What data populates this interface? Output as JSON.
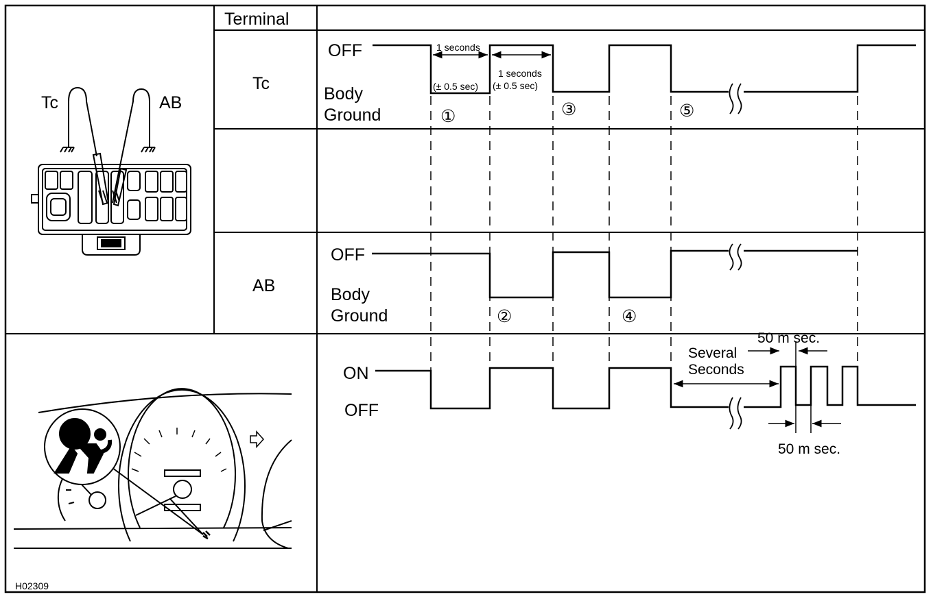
{
  "table": {
    "header": "Terminal",
    "row_tc": "Tc",
    "row_ab": "AB"
  },
  "connector_figure": {
    "label_tc": "Tc",
    "label_ab": "AB"
  },
  "figure_code": "H02309",
  "tc_waveform": {
    "level_high": "OFF",
    "level_low_line1": "Body",
    "level_low_line2": "Ground",
    "timing1_top": "1 seconds",
    "timing1_tol": "(± 0.5 sec)",
    "timing2_top": "1 seconds",
    "timing2_tol": "(± 0.5 sec)",
    "step1": "①",
    "step3": "③",
    "step5": "⑤"
  },
  "ab_waveform": {
    "level_high": "OFF",
    "level_low_line1": "Body",
    "level_low_line2": "Ground",
    "step2": "②",
    "step4": "④"
  },
  "indicator_waveform": {
    "level_high": "ON",
    "level_low": "OFF",
    "several_line1": "Several",
    "several_line2": "Seconds",
    "pulse_top": "50 m sec.",
    "pulse_bottom": "50 m sec."
  }
}
